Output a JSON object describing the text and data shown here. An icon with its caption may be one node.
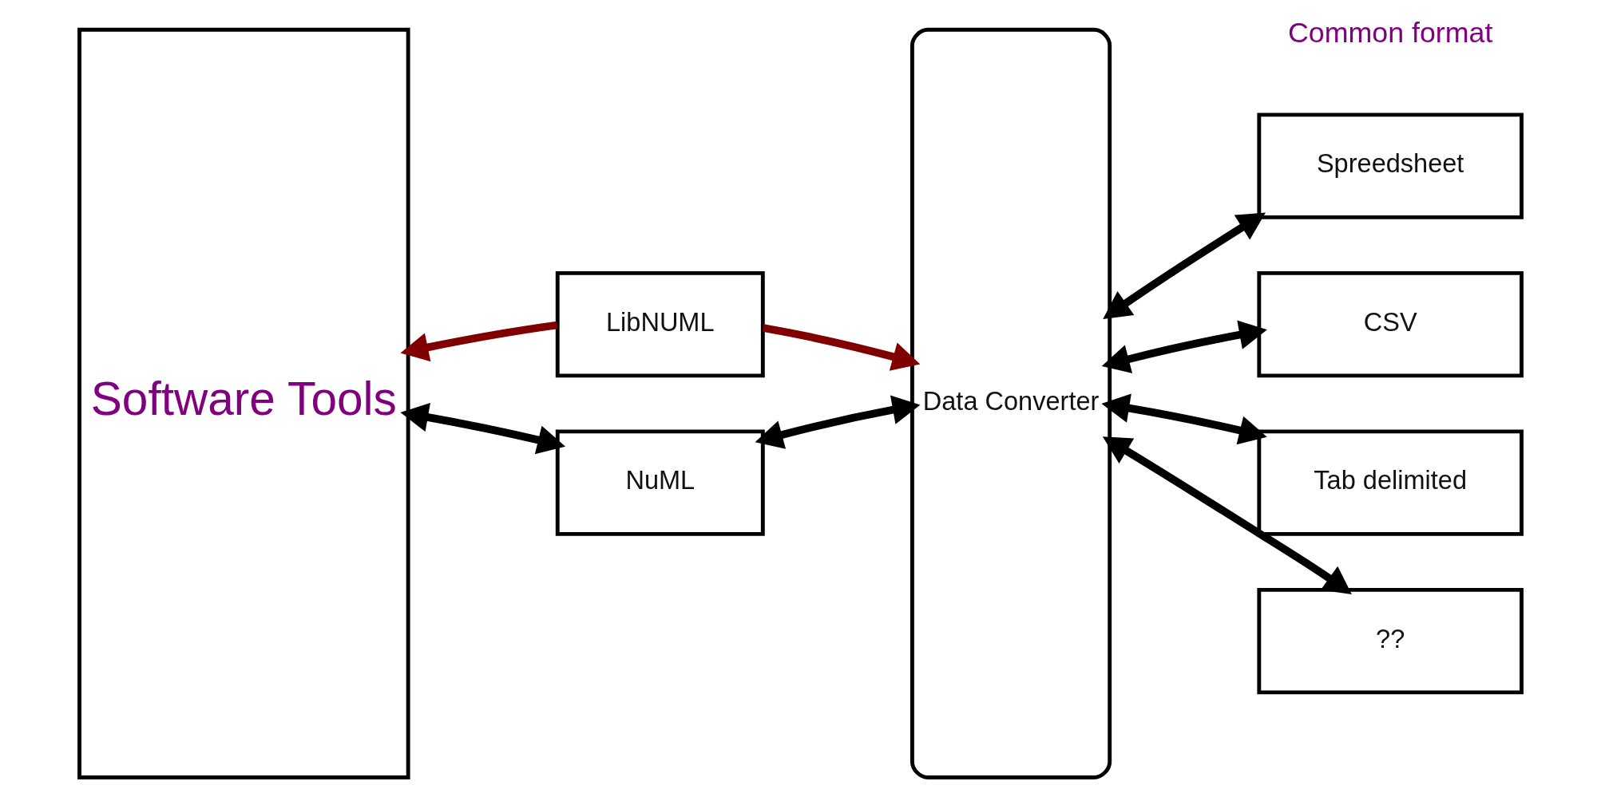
{
  "diagram": {
    "nodes": [
      {
        "text": [
          "Software Tools"
        ]
      },
      {
        "text": [
          "LibNUML"
        ]
      },
      {
        "text": [
          "NuML"
        ]
      },
      {
        "text": [
          "Data Converter"
        ]
      },
      {
        "text": [
          "Spreedsheet"
        ]
      },
      {
        "text": [
          "CSV"
        ]
      },
      {
        "text": [
          "Tab delimited"
        ]
      },
      {
        "text": [
          "??"
        ]
      }
    ],
    "edges": [
      {
        "from": 1,
        "to": 0,
        "arrow": "to",
        "color": "#800000"
      },
      {
        "from": 1,
        "to": 3,
        "arrow": "to",
        "color": "#800000"
      },
      {
        "from": 2,
        "to": 0,
        "arrow": "both"
      },
      {
        "from": 2,
        "to": 3,
        "arrow": "both"
      },
      {
        "from": 3,
        "to": 4,
        "arrow": "both"
      },
      {
        "from": 3,
        "to": 5,
        "arrow": "both"
      },
      {
        "from": 3,
        "to": 6,
        "arrow": "both"
      },
      {
        "from": 3,
        "to": 7,
        "arrow": "both"
      }
    ],
    "labels": [
      "Common format"
    ]
  }
}
